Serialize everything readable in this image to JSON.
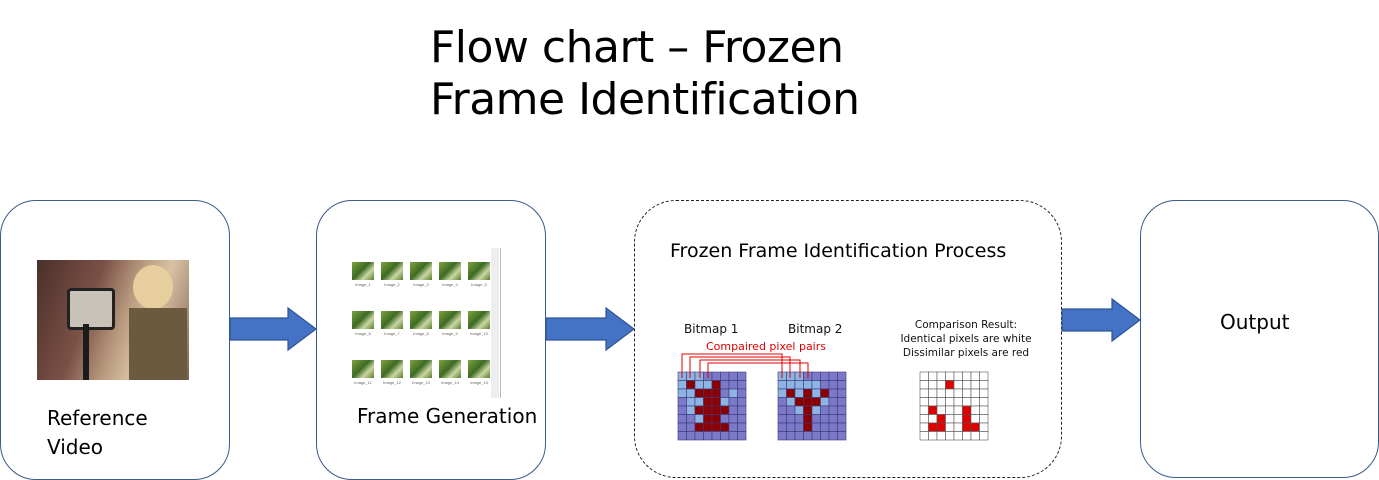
{
  "title": {
    "line1": "Flow chart – Frozen",
    "line2": "Frame Identification"
  },
  "nodes": {
    "reference_video": {
      "label_line1": "Reference",
      "label_line2": "Video"
    },
    "frame_generation": {
      "label": "Frame Generation"
    },
    "process": {
      "label": "Frozen Frame Identification Process",
      "bitmap1": "Bitmap 1",
      "bitmap2": "Bitmap 2",
      "pairs": "Compaired pixel pairs",
      "result_line1": "Comparison Result:",
      "result_line2": "Identical pixels are white",
      "result_line3": "Dissimilar pixels are red"
    },
    "output": {
      "label": "Output"
    }
  },
  "colors": {
    "arrow": "#4472c4",
    "box_border": "#3a5a8c",
    "pixel_dark": "#8b0000",
    "pixel_light": "#8db4e2",
    "pixel_mid": "#7c79c9",
    "diff_red": "#e00000",
    "pairs_label": "#e00000"
  },
  "bitmap": {
    "bitmap1": [
      "LLLMMMMM",
      "LDLLDMMM",
      "LLDDDMLM",
      "MLLDDLMM",
      "MLDDDDMM",
      "MMLDDMMM",
      "MMDDDDMM",
      "MMMMMMMM"
    ],
    "bitmap2": [
      "LLLMMMMM",
      "LLLLLMMM",
      "LDLDLDMM",
      "MLDDDLMM",
      "MMLDLMMM",
      "MMMDMMMM",
      "MMMDMMMM",
      "MMMMMMMM"
    ],
    "result": [
      "00000000",
      "00010000",
      "00000000",
      "00000000",
      "01000100",
      "00100100",
      "01100110",
      "00000000"
    ]
  },
  "thumb_captions": [
    "Image_1",
    "Image_2",
    "Image_3",
    "Image_4",
    "Image_5",
    "Image_6",
    "Image_7",
    "Image_8",
    "Image_9",
    "Image_10",
    "Image_11",
    "Image_12",
    "Image_13",
    "Image_14",
    "Image_15"
  ]
}
